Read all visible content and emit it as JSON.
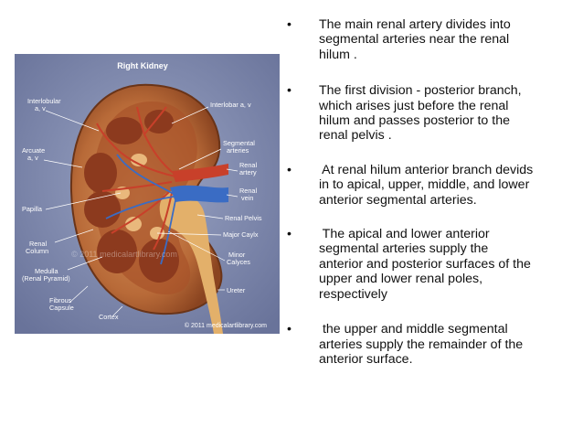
{
  "figure": {
    "title": "Right Kidney",
    "copyright": "© 2011 medicalartlibrary.com",
    "watermark": "© 2011 medicalartlibrary.com",
    "labels": {
      "interlobular": [
        "Interlobular",
        "a, v"
      ],
      "interlobar": [
        "Interlobar a, v"
      ],
      "arcuate": [
        "Arcuate",
        "a, v"
      ],
      "segmental": [
        "Segmental",
        "arteries"
      ],
      "renal_artery": [
        "Renal",
        "artery"
      ],
      "renal_vein": [
        "Renal",
        "vein"
      ],
      "papilla": [
        "Papilla"
      ],
      "renal_pelvis": [
        "Renal Pelvis"
      ],
      "renal_column": [
        "Renal",
        "Column"
      ],
      "major_calyx": [
        "Major Caylx"
      ],
      "medulla": [
        "Medulla",
        "(Renal Pyramid)"
      ],
      "minor_calyces": [
        "Minor",
        "Calyces"
      ],
      "fibrous_capsule": [
        "Fibrous",
        "Capsule"
      ],
      "ureter": [
        "Ureter"
      ],
      "cortex": [
        "Cortex"
      ]
    }
  },
  "bullets": [
    {
      "marker": "•",
      "lines": [
        "The main renal artery divides into",
        "segmental arteries near the renal",
        "hilum ."
      ]
    },
    {
      "marker": "•",
      "lines": [
        "The first division - posterior branch,",
        "which arises just before the renal",
        "hilum and passes posterior to the",
        "renal pelvis ."
      ]
    },
    {
      "marker": "•",
      "lines": [
        " At renal hilum anterior branch devids",
        "in to apical, upper, middle, and lower",
        "anterior segmental arteries."
      ]
    },
    {
      "marker": "•",
      "lines": [
        " The apical and lower anterior",
        "segmental arteries supply the",
        "anterior and posterior surfaces of the",
        "upper and lower renal poles,",
        "respectively"
      ]
    },
    {
      "marker": "•",
      "lines": [
        " the upper and middle segmental",
        "arteries supply the remainder of the",
        "anterior surface."
      ]
    }
  ]
}
